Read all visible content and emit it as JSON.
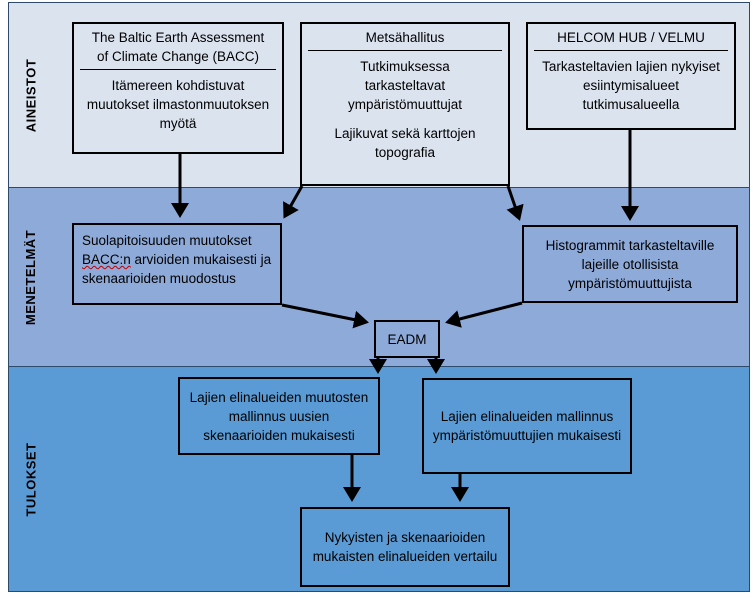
{
  "bands": [
    {
      "label": "AINEISTOT"
    },
    {
      "label": "MENETELMÄT"
    },
    {
      "label": "TULOKSET"
    }
  ],
  "data_boxes": {
    "bacc": {
      "title": "The Baltic Earth Assessment of Climate Change (BACC)",
      "body": "Itämereen kohdistuvat muutokset ilmastonmuutoksen myötä"
    },
    "metsahallitus": {
      "title": "Metsähallitus",
      "body1": "Tutkimuksessa tarkasteltavat ympäristömuuttujat",
      "body2": "Lajikuvat sekä karttojen topografia"
    },
    "helcom": {
      "title": "HELCOM HUB / VELMU",
      "body": "Tarkasteltavien lajien nykyiset esiintymisalueet tutkimusalueella"
    }
  },
  "method_boxes": {
    "salinity_prefix": "Suolapitoisuuden muutokset",
    "salinity_squiggle": "BACC:n",
    "salinity_rest": "arvioiden mukaisesti ja skenaarioiden muodostus",
    "histograms": "Histogrammit tarkasteltaville lajeille otollisista ympäristömuuttujista",
    "eadm": "EADM"
  },
  "result_boxes": {
    "scenario_model": "Lajien elinalueiden muutosten mallinnus uusien skenaarioiden mukaisesti",
    "env_model": "Lajien elinalueiden mallinnus ympäristömuuttujien mukaisesti",
    "comparison": "Nykyisten ja skenaarioiden mukaisten elinalueiden vertailu"
  }
}
